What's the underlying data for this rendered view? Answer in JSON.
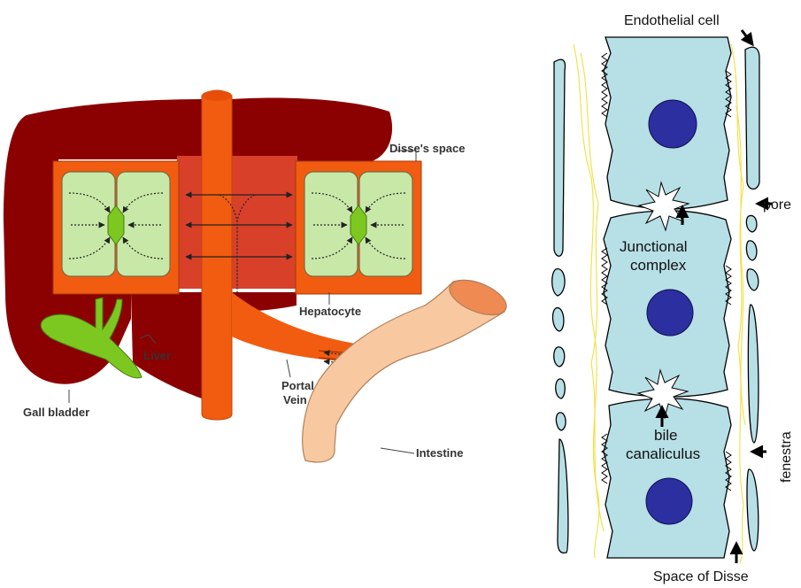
{
  "left_diagram": {
    "labels": {
      "disse_space": "Disse's space",
      "hepatocyte": "Hepatocyte",
      "liver": "Liver",
      "gall_bladder": "Gall bladder",
      "portal_vein_line1": "Portal",
      "portal_vein_line2": "Vein",
      "intestine": "Intestine"
    },
    "colors": {
      "liver": "#8b0000",
      "vessel": "#f25c10",
      "hepatocyte_fill": "#c8e8a8",
      "bile_green": "#7cc820",
      "intestine": "#f8c9a0"
    }
  },
  "right_diagram": {
    "labels": {
      "endothelial_cell": "Endothelial cell",
      "pore": "pore",
      "junctional_complex_line1": "Junctional",
      "junctional_complex_line2": "complex",
      "bile_canaliculus_line1": "bile",
      "bile_canaliculus_line2": "canaliculus",
      "fenestra": "fenestra",
      "space_of_disse": "Space of Disse"
    },
    "colors": {
      "cell_fill": "#b7dfe6",
      "nucleus": "#2b2fa0",
      "disse_fiber": "#f0e040"
    }
  }
}
